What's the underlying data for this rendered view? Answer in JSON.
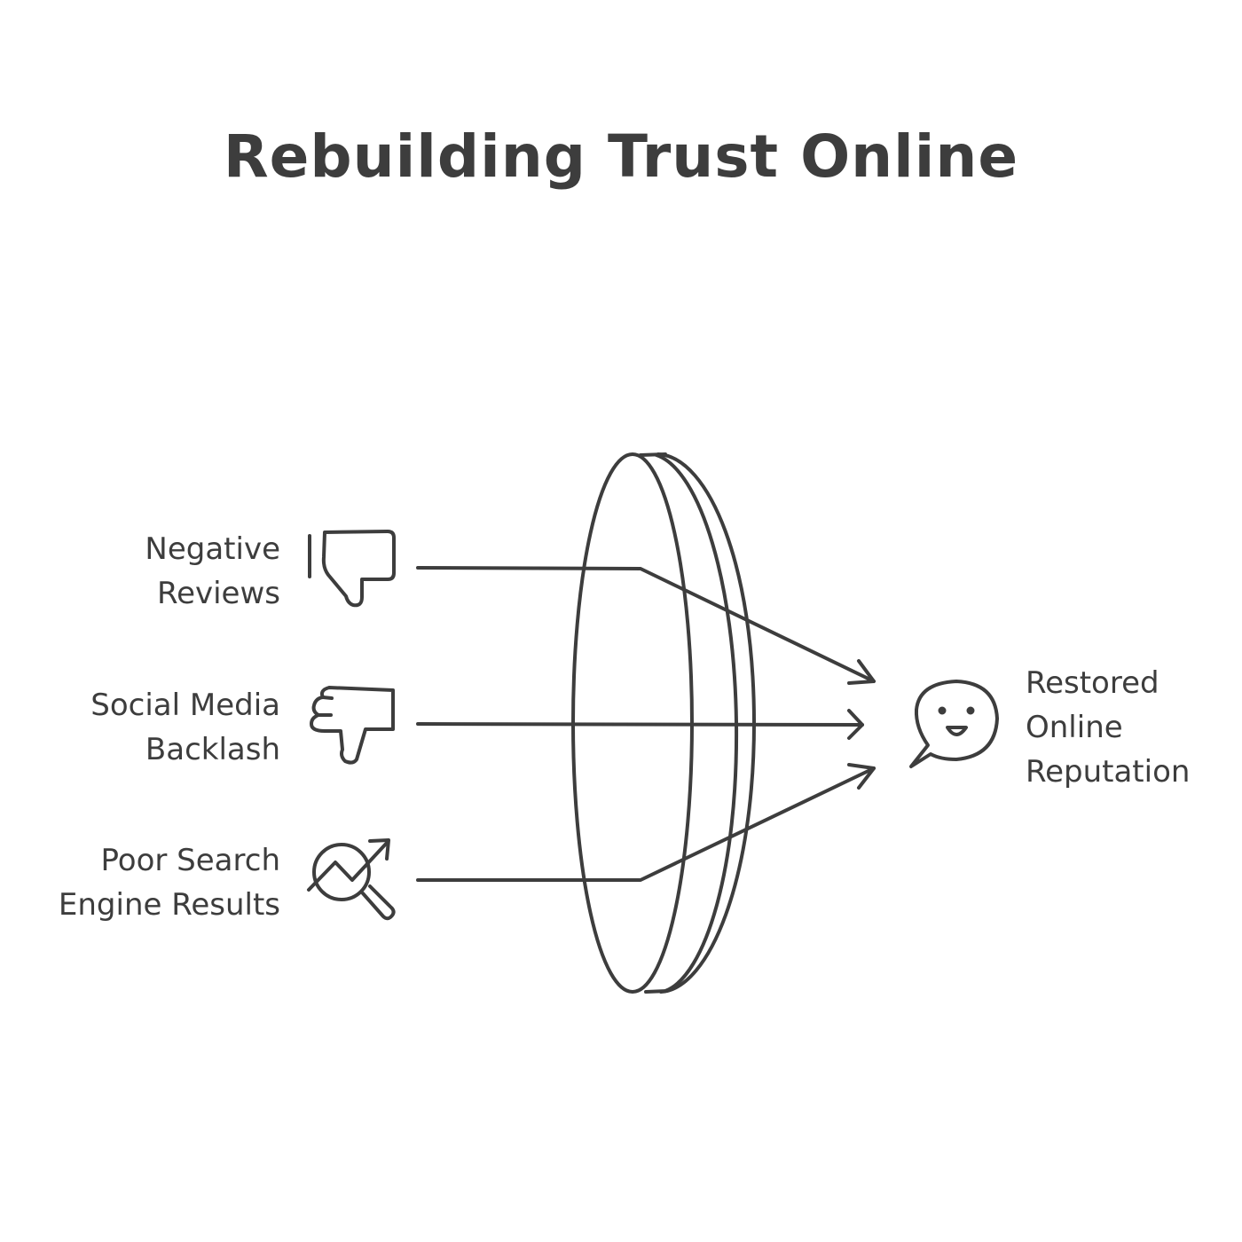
{
  "title": "Rebuilding Trust Online",
  "inputs": [
    {
      "line1": "Negative",
      "line2": "Reviews",
      "icon": "thumbs-down-icon"
    },
    {
      "line1": "Social Media",
      "line2": "Backlash",
      "icon": "thumbs-down-hand-icon"
    },
    {
      "line1": "Poor Search",
      "line2": "Engine Results",
      "icon": "search-trend-icon"
    }
  ],
  "output": {
    "line1": "Restored",
    "line2": "Online",
    "line3": "Reputation",
    "icon": "smiling-speech-bubble-icon"
  },
  "filter": {
    "icon": "lens-disc"
  },
  "colors": {
    "stroke": "#3d3d3d",
    "background": "#ffffff"
  }
}
